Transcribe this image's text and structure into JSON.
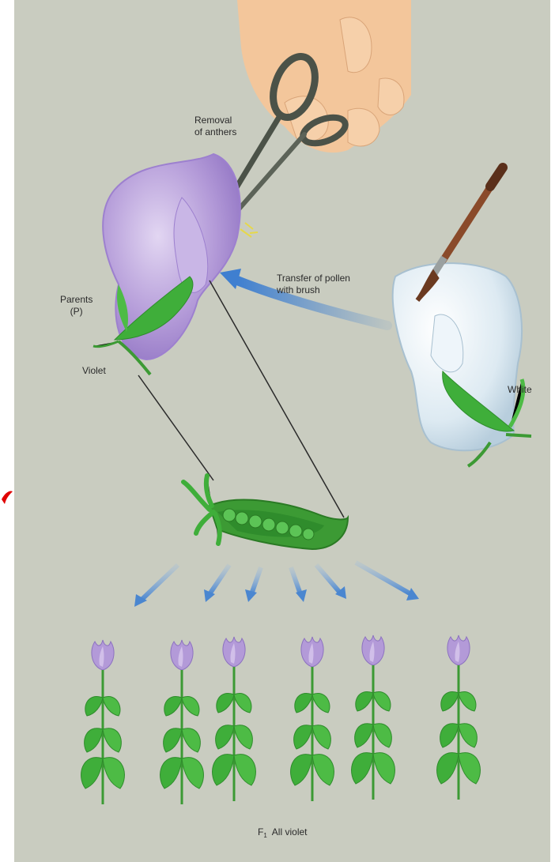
{
  "colors": {
    "background": "#c9ccc0",
    "page_border": "#ffffff",
    "violet_flower": "#b39ad8",
    "white_flower": "#ddeaf2",
    "leaf": "#3fae3a",
    "arrow": "#4a86d0",
    "hand": "#f3c69b",
    "scissors": "#4b5248",
    "brush_handle": "#8a4a2a",
    "marker": "#e00000"
  },
  "labels": {
    "removal": "Removal\nof anthers",
    "transfer": "Transfer of pollen\nwith brush",
    "parents": "Parents\n(P)",
    "violet": "Violet",
    "white": "White",
    "f1_main": "F",
    "f1_sub": "1",
    "f1_rest": "  All violet"
  },
  "icons": [
    "hand-icon",
    "scissors-icon",
    "paintbrush-icon",
    "pea-pod-icon",
    "violet-flower-icon",
    "white-flower-icon"
  ]
}
